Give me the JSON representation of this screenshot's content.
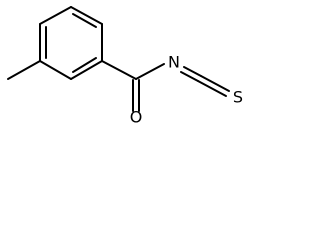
{
  "molecule": {
    "atoms": {
      "oxygen": "O",
      "nitrogen": "N",
      "sulfur": "S"
    }
  }
}
